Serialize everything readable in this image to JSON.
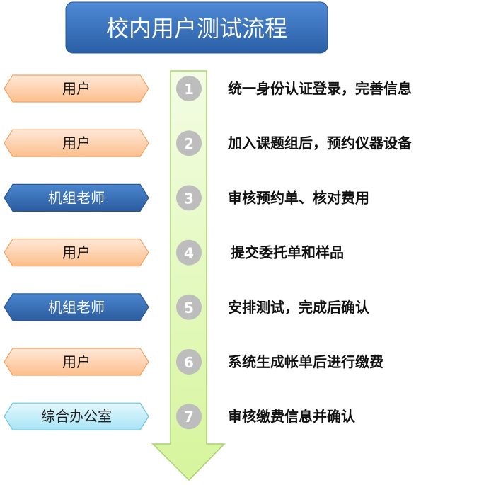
{
  "title": "校内用户测试流程",
  "steps": [
    {
      "number": "1",
      "role": "用户",
      "role_type": "user",
      "text": "统一身份认证登录，完善信息"
    },
    {
      "number": "2",
      "role": "用户",
      "role_type": "user",
      "text": "加入课题组后，预约仪器设备"
    },
    {
      "number": "3",
      "role": "机组老师",
      "role_type": "teacher",
      "text": "审核预约单、核对费用"
    },
    {
      "number": "4",
      "role": "用户",
      "role_type": "user",
      "text": "提交委托单和样品"
    },
    {
      "number": "5",
      "role": "机组老师",
      "role_type": "teacher",
      "text": "安排测试，完成后确认"
    },
    {
      "number": "6",
      "role": "用户",
      "role_type": "user",
      "text": "系统生成帐单后进行缴费"
    },
    {
      "number": "7",
      "role": "综合办公室",
      "role_type": "office",
      "text": "审核缴费信息并确认"
    }
  ],
  "colors": {
    "title": "#2f6db5",
    "user": "#fcc79a",
    "teacher": "#3568b0",
    "office": "#b5e9f8",
    "arrow": "#dff7b0",
    "circle": "#bdbdbd"
  }
}
